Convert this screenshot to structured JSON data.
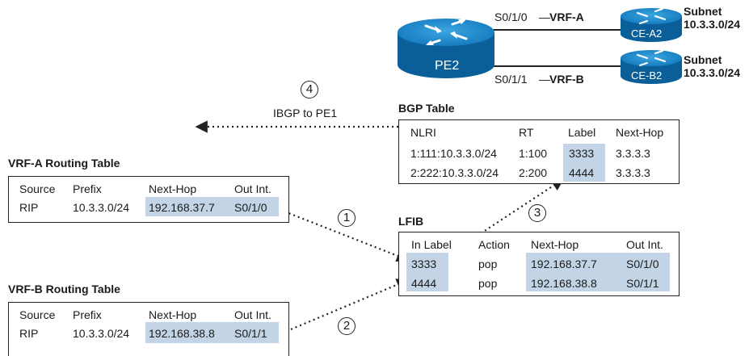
{
  "pe2": {
    "label": "PE2"
  },
  "ce_a2": {
    "label": "CE-A2",
    "interface": "S0/1/0",
    "vrf": "VRF-A",
    "subnet_title": "Subnet",
    "subnet": "10.3.3.0/24"
  },
  "ce_b2": {
    "label": "CE-B2",
    "interface": "S0/1/1",
    "vrf": "VRF-B",
    "subnet_title": "Subnet",
    "subnet": "10.3.3.0/24"
  },
  "ibgp": {
    "step": "4",
    "label": "IBGP to PE1"
  },
  "bgp_table": {
    "title": "BGP Table",
    "headers": [
      "NLRI",
      "RT",
      "Label",
      "Next-Hop"
    ],
    "rows": [
      [
        "1:111:10.3.3.0/24",
        "1:100",
        "3333",
        "3.3.3.3"
      ],
      [
        "2:222:10.3.3.0/24",
        "2:200",
        "4444",
        "3.3.3.3"
      ]
    ]
  },
  "vrf_a_table": {
    "title": "VRF-A Routing Table",
    "headers": [
      "Source",
      "Prefix",
      "Next-Hop",
      "Out Int."
    ],
    "rows": [
      [
        "RIP",
        "10.3.3.0/24",
        "192.168.37.7",
        "S0/1/0"
      ]
    ]
  },
  "vrf_b_table": {
    "title": "VRF-B Routing Table",
    "headers": [
      "Source",
      "Prefix",
      "Next-Hop",
      "Out Int."
    ],
    "rows": [
      [
        "RIP",
        "10.3.3.0/24",
        "192.168.38.8",
        "S0/1/1"
      ]
    ]
  },
  "lfib": {
    "title": "LFIB",
    "headers": [
      "In Label",
      "Action",
      "Next-Hop",
      "Out Int."
    ],
    "rows": [
      [
        "3333",
        "pop",
        "192.168.37.7",
        "S0/1/0"
      ],
      [
        "4444",
        "pop",
        "192.168.38.8",
        "S0/1/1"
      ]
    ]
  },
  "steps": {
    "one": "1",
    "two": "2",
    "three": "3"
  },
  "colors": {
    "router_blue": "#1f8fd0",
    "router_dark": "#0b5f99",
    "highlight": "#c3d4e6",
    "line": "#222222"
  }
}
